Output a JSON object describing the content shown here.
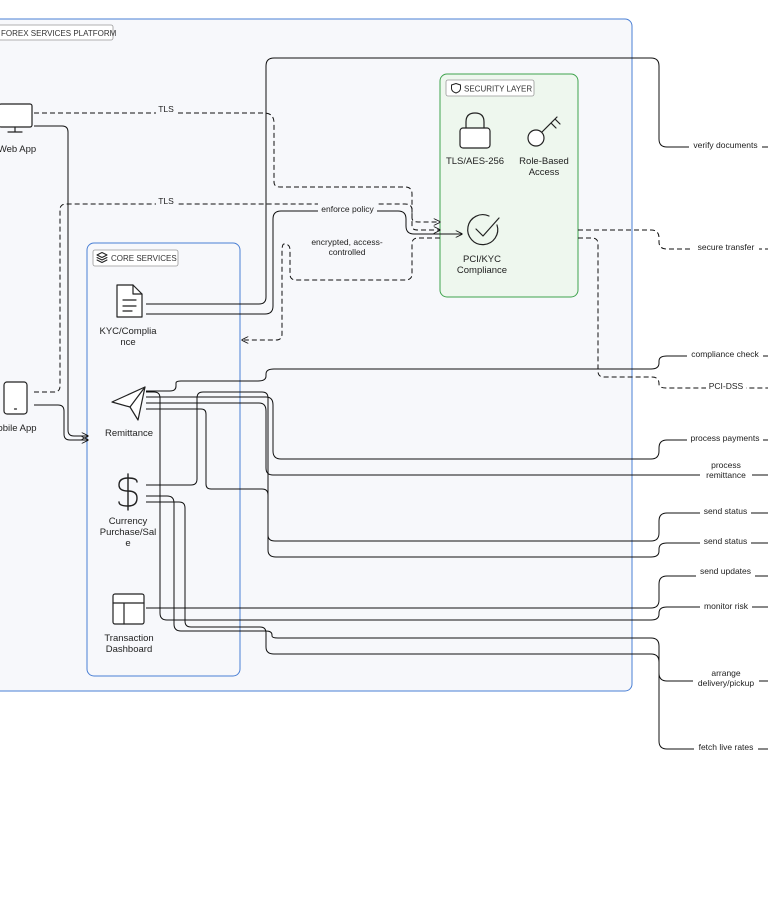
{
  "groups": {
    "platform": "FOREX SERVICES PLATFORM",
    "security": "SECURITY LAYER",
    "core": "CORE SERVICES"
  },
  "nodes": {
    "web_app": "Web App",
    "mobile_app": "obile App",
    "kyc": [
      "KYC/Complia",
      "nce"
    ],
    "remittance": "Remittance",
    "currency": [
      "Currency",
      "Purchase/Sal",
      "e"
    ],
    "dashboard": [
      "Transaction",
      "Dashboard"
    ],
    "tls_aes": "TLS/AES-256",
    "rbac": [
      "Role-Based",
      "Access"
    ],
    "pci": [
      "PCI/KYC",
      "Compliance"
    ]
  },
  "edges": {
    "tls_1": "TLS",
    "tls_2": "TLS",
    "enforce_policy": "enforce policy",
    "encrypted": [
      "encrypted, access-",
      "controlled"
    ],
    "verify_documents": "verify documents",
    "secure_transfer": "secure transfer",
    "compliance_check": "compliance check",
    "pci_dss": "PCI-DSS",
    "process_payments": "process payments",
    "process_remittance": [
      "process",
      "remittance"
    ],
    "send_status_1": "send status",
    "send_status_2": "send status",
    "send_updates": "send updates",
    "monitor_risk": "monitor risk",
    "arrange_delivery": [
      "arrange",
      "delivery/pickup"
    ],
    "fetch_live_rates": "fetch live rates"
  },
  "icons": {
    "platform": "layers-icon",
    "security": "shield-icon",
    "core": "layers-icon",
    "web_app": "monitor-icon",
    "mobile_app": "smartphone-icon",
    "kyc": "document-icon",
    "remittance": "send-icon",
    "currency": "dollar-icon",
    "dashboard": "layout-icon",
    "tls_aes": "lock-icon",
    "rbac": "key-icon",
    "pci": "check-circle-icon"
  },
  "colors": {
    "platform_border": "#4a7fd4",
    "security_border": "#3fa34d",
    "security_fill": "#eef7ee",
    "core_border": "#4a7fd4"
  }
}
